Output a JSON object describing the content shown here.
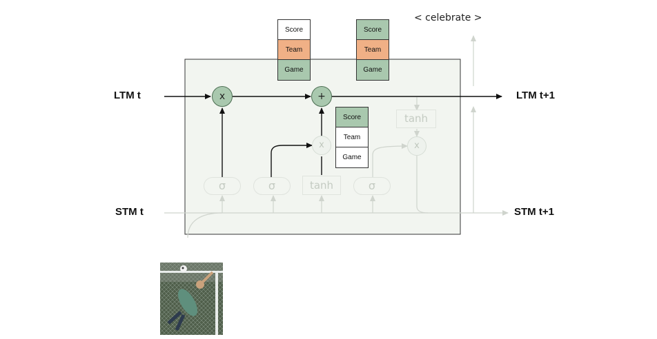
{
  "labels": {
    "ltm_in": "LTM t",
    "ltm_out": "LTM t+1",
    "stm_in": "STM t",
    "stm_out": "STM t+1",
    "celebrate": "< celebrate >"
  },
  "gates": {
    "sigma_forget": "σ",
    "sigma_input": "σ",
    "tanh_candidate": "tanh",
    "sigma_output": "σ",
    "tanh_output": "tanh"
  },
  "operators": {
    "forget_multiply": "x",
    "add": "+",
    "input_multiply": "x",
    "output_multiply": "x"
  },
  "stacks": {
    "ltm_before": {
      "cells": [
        {
          "text": "Score",
          "fill": "#ffffff"
        },
        {
          "text": "Team",
          "fill": "#f0b086"
        },
        {
          "text": "Game",
          "fill": "#a9c8ae"
        }
      ]
    },
    "ltm_after": {
      "cells": [
        {
          "text": "Score",
          "fill": "#a9c8ae"
        },
        {
          "text": "Team",
          "fill": "#f0b086"
        },
        {
          "text": "Game",
          "fill": "#a9c8ae"
        }
      ]
    },
    "candidate": {
      "cells": [
        {
          "text": "Score",
          "fill": "#a9c8ae"
        },
        {
          "text": "Team",
          "fill": "#ffffff"
        },
        {
          "text": "Game",
          "fill": "#ffffff"
        }
      ]
    }
  },
  "colors": {
    "cell_box": "#f2f5f0",
    "active_line": "#111111",
    "faint_line": "#cfd4cd",
    "active_node": "#a9c8ae",
    "highlight": "#f0b086"
  }
}
